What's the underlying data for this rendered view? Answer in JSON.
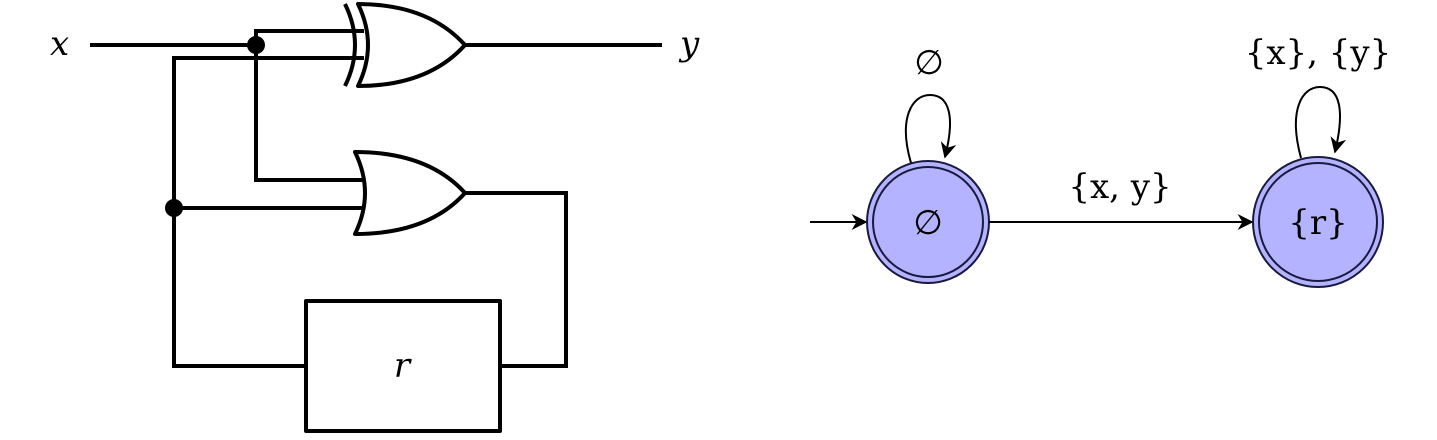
{
  "circuit": {
    "input_label": "x",
    "output_label": "y",
    "register_label": "r",
    "gates": [
      "xor",
      "or"
    ]
  },
  "automaton": {
    "state_fill": "#b3b3ff",
    "states": [
      {
        "label": "∅",
        "initial": true,
        "accepting": true,
        "self_loop_label": "∅"
      },
      {
        "label": "{r}",
        "initial": false,
        "accepting": true,
        "self_loop_label": "{x}, {y}"
      }
    ],
    "transitions": [
      {
        "from": 0,
        "to": 1,
        "label": "{x, y}"
      }
    ]
  }
}
